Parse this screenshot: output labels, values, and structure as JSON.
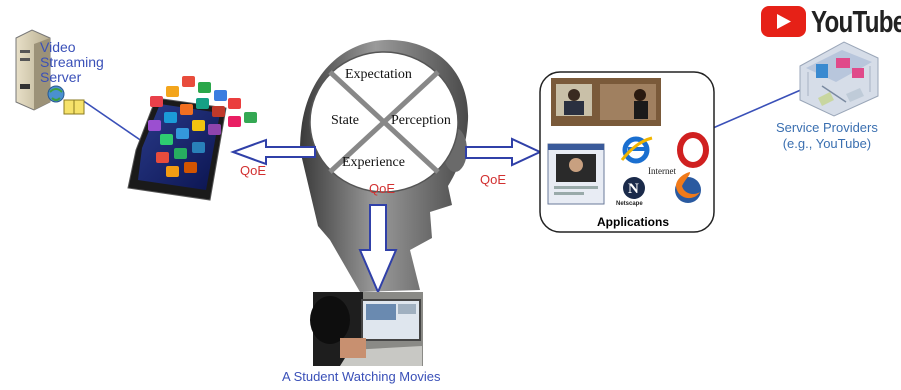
{
  "labels": {
    "server": [
      "Video",
      "Streaming",
      "Server"
    ],
    "service_providers": [
      "Service Providers",
      "(e.g., YouTube)"
    ],
    "student": "A Student Watching Movies",
    "qoe": "QoE",
    "applications": "Applications",
    "internet": "Internet",
    "netscape": "Netscape",
    "youtube": "YouTube"
  },
  "quadrants": {
    "top": "Expectation",
    "left": "State",
    "right": "Perception",
    "bottom": "Experience"
  },
  "colors": {
    "link_line": "#3a50b8",
    "arrow_outline": "#3040a8",
    "qoe_text": "#d23030",
    "youtube_red": "#e62117"
  },
  "icons": [
    "server-icon",
    "smartphone-apps-icon",
    "human-head-icon",
    "youtube-logo-icon",
    "provider-network-icon",
    "ie-browser-icon",
    "opera-browser-icon",
    "netscape-browser-icon",
    "firefox-browser-icon"
  ]
}
